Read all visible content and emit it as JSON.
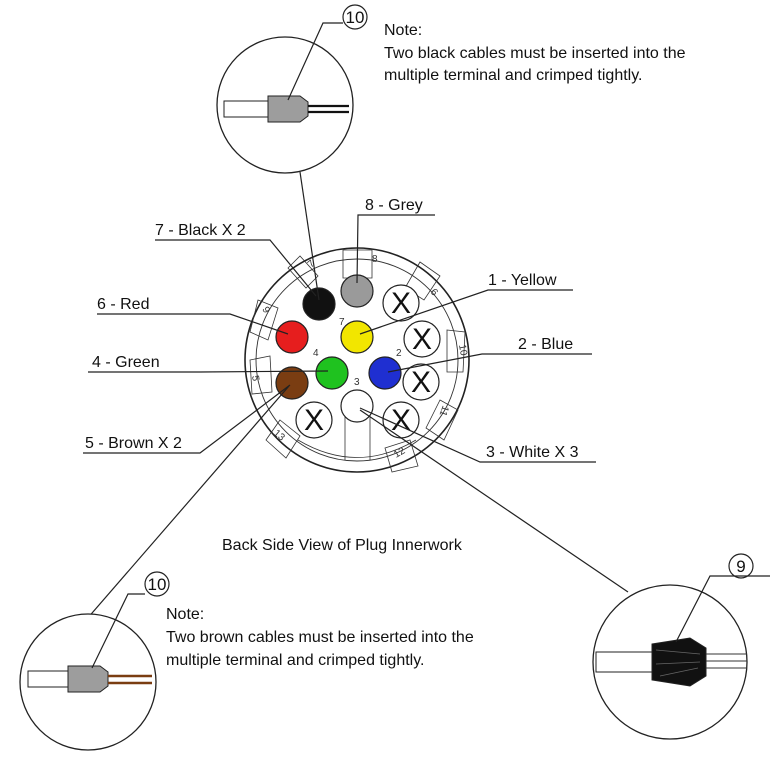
{
  "caption": "Back Side View of Plug Innerwork",
  "note_top": {
    "title": "Note:",
    "line1": "Two black cables must be inserted into the",
    "line2": "multiple terminal and crimped tightly."
  },
  "note_bottom": {
    "title": "Note:",
    "line1": "Two brown cables must be inserted into the",
    "line2": "multiple terminal and crimped tightly."
  },
  "callouts": {
    "ten_top": "10",
    "ten_bottom": "10",
    "nine": "9"
  },
  "wires": [
    {
      "label": "7 - Black X 2",
      "color": "#111111"
    },
    {
      "label": "8 - Grey",
      "color": "#9a9a9a"
    },
    {
      "label": "1 - Yellow",
      "color": "#f2e600"
    },
    {
      "label": "6 - Red",
      "color": "#e61e1e"
    },
    {
      "label": "2 - Blue",
      "color": "#1f2fd1"
    },
    {
      "label": "4 - Green",
      "color": "#1fc21f"
    },
    {
      "label": "5 - Brown X 2",
      "color": "#7a3d12"
    },
    {
      "label": "3 - White X 3",
      "color": "#ffffff"
    }
  ],
  "pin_numbers": {
    "p1": "1",
    "p2": "2",
    "p3": "3",
    "p4": "4",
    "p5": "5",
    "p6": "6",
    "p7": "7",
    "p8": "8",
    "p9": "9",
    "p10": "10",
    "p11": "11",
    "p12": "12",
    "p13": "13"
  },
  "cross_mark": "X"
}
